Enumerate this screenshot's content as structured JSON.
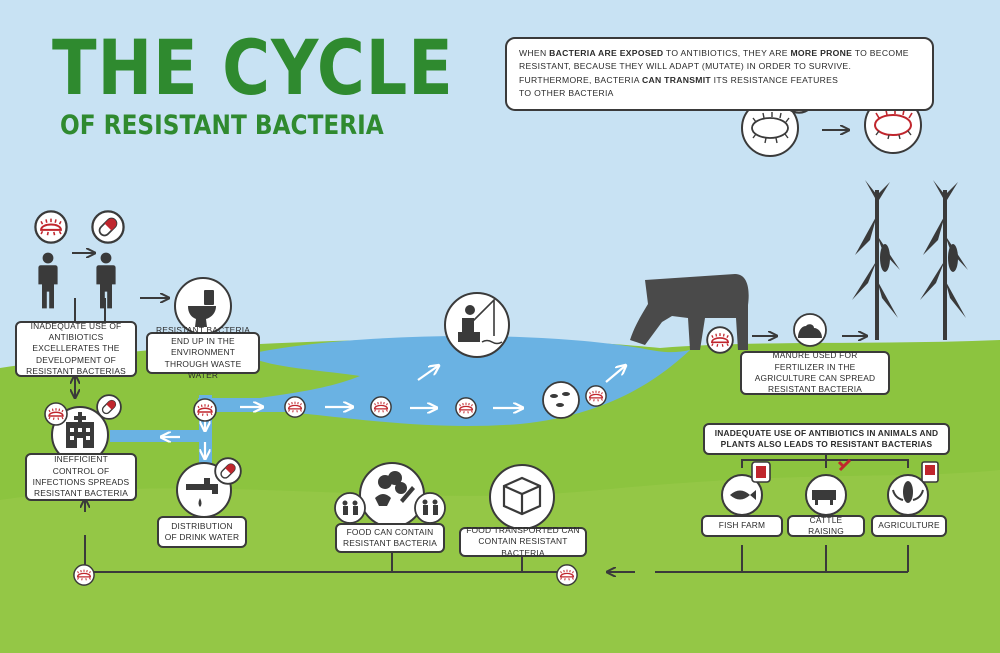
{
  "title": {
    "main": "THE CYCLE",
    "sub": "OF RESISTANT BACTERIA"
  },
  "note": {
    "t1": "WHEN ",
    "t2": "BACTERIA ARE EXPOSED",
    "t3": " TO ANTIBIOTICS, THEY ARE ",
    "t4": "MORE PRONE",
    "t5": " TO BECOME RESISTANT, BECAUSE THEY WILL ADAPT (MUTATE) IN ORDER TO SURVIVE. FURTHERMORE, BACTERIA ",
    "t6": "CAN TRANSMIT",
    "t7": " ITS RESISTANCE FEATURES",
    "t8": "TO OTHER BACTERIA"
  },
  "labels": {
    "inadequate_use": "INADEQUATE USE OF ANTIBIOTICS EXCELLERATES THE DEVELOPMENT OF RESISTANT BACTERIAS",
    "waste_water": "RESISTANT BACTERIA END UP IN THE ENVIRONMENT THROUGH WASTE WATER",
    "infection_control": "INEFFICIENT CONTROL OF INFECTIONS SPREADS RESISTANT BACTERIA",
    "drink_water": "DISTRIBUTION OF DRINK WATER",
    "food_contain": "FOOD CAN CONTAIN RESISTANT BACTERIA",
    "food_transported": "FOOD TRANSPORTED CAN CONTAIN RESISTANT BACTERIA",
    "manure": "MANURE USED FOR FERTILIZER IN THE AGRICULTURE CAN SPREAD RESISTANT BACTERIA",
    "animals_plants": "INADEQUATE USE OF ANTIBIOTICS IN ANIMALS AND PLANTS ALSO LEADS TO RESISTANT BACTERIAS",
    "fish_farm": "FISH FARM",
    "cattle": "CATTLE RAISING",
    "agriculture": "AGRICULTURE"
  },
  "colors": {
    "sky": "#c8e2f3",
    "grass": "#8cc43f",
    "water": "#6ab2e3",
    "title_green": "#2f8a2f",
    "dark": "#3a3a3a",
    "bacteria_red": "#c0262d"
  }
}
